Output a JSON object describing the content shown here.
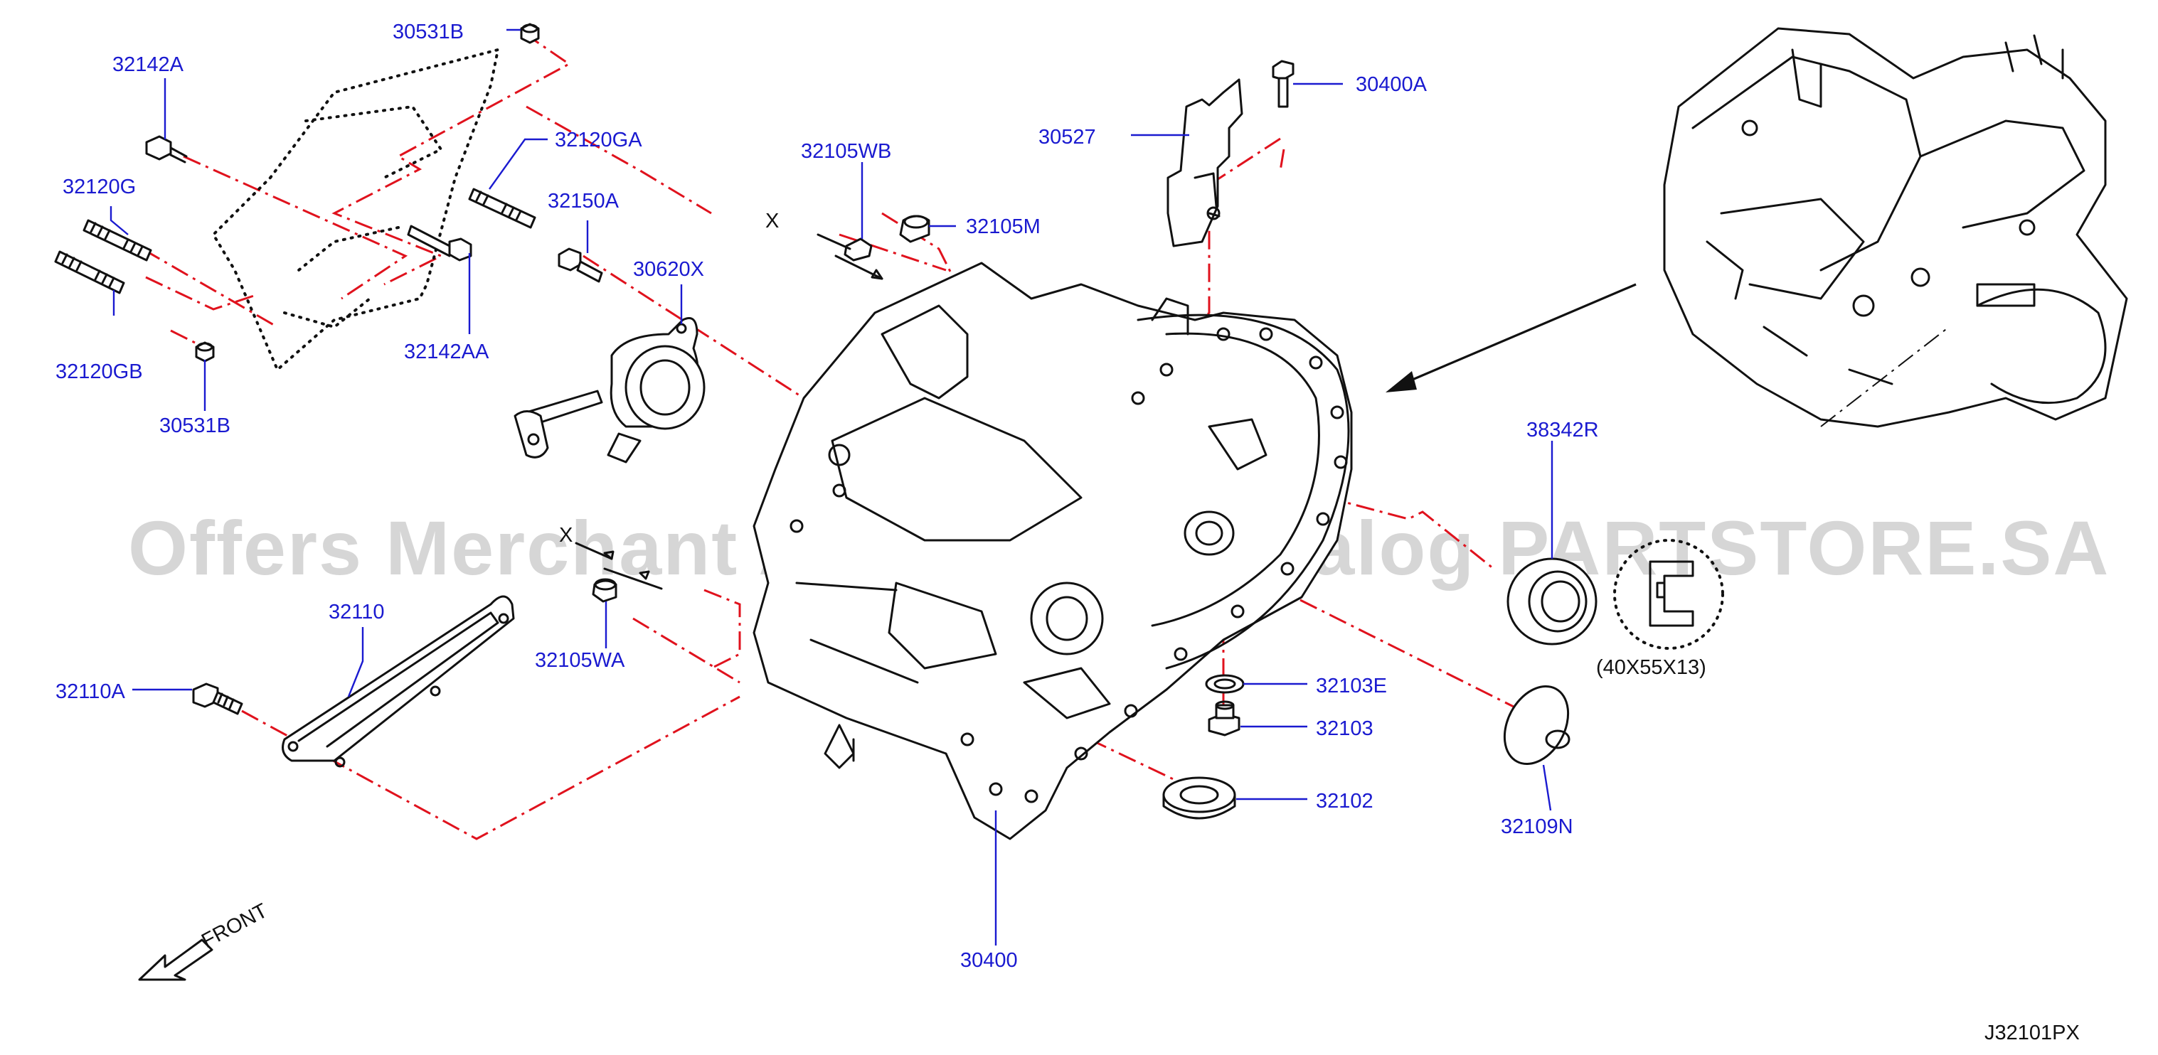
{
  "diagram": {
    "code": "J32101PX",
    "watermark": "Offers Merchant Auto Parts Catalog PARTSTORE.SA",
    "front_label": "FRONT",
    "section_mark": "X",
    "seal_size_note": "(40X55X13)",
    "colors": {
      "label": "#1a1ad0",
      "chain_line": "#e0121d",
      "outline": "#111111",
      "watermark": "#b4b4b4"
    },
    "parts": [
      {
        "id": "30531B",
        "label": "30531B"
      },
      {
        "id": "32142A",
        "label": "32142A"
      },
      {
        "id": "32120GA",
        "label": "32120GA"
      },
      {
        "id": "32120G",
        "label": "32120G"
      },
      {
        "id": "32150A",
        "label": "32150A"
      },
      {
        "id": "32120GB",
        "label": "32120GB"
      },
      {
        "id": "32142AA",
        "label": "32142AA"
      },
      {
        "id": "30531B_2",
        "label": "30531B"
      },
      {
        "id": "30620X",
        "label": "30620X"
      },
      {
        "id": "32105WB",
        "label": "32105WB"
      },
      {
        "id": "32105M",
        "label": "32105M"
      },
      {
        "id": "30527",
        "label": "30527"
      },
      {
        "id": "30400A",
        "label": "30400A"
      },
      {
        "id": "38342R",
        "label": "38342R"
      },
      {
        "id": "32110",
        "label": "32110"
      },
      {
        "id": "32110A",
        "label": "32110A"
      },
      {
        "id": "32105WA",
        "label": "32105WA"
      },
      {
        "id": "32103E",
        "label": "32103E"
      },
      {
        "id": "32103",
        "label": "32103"
      },
      {
        "id": "32102",
        "label": "32102"
      },
      {
        "id": "32109N",
        "label": "32109N"
      },
      {
        "id": "30400",
        "label": "30400"
      }
    ]
  }
}
